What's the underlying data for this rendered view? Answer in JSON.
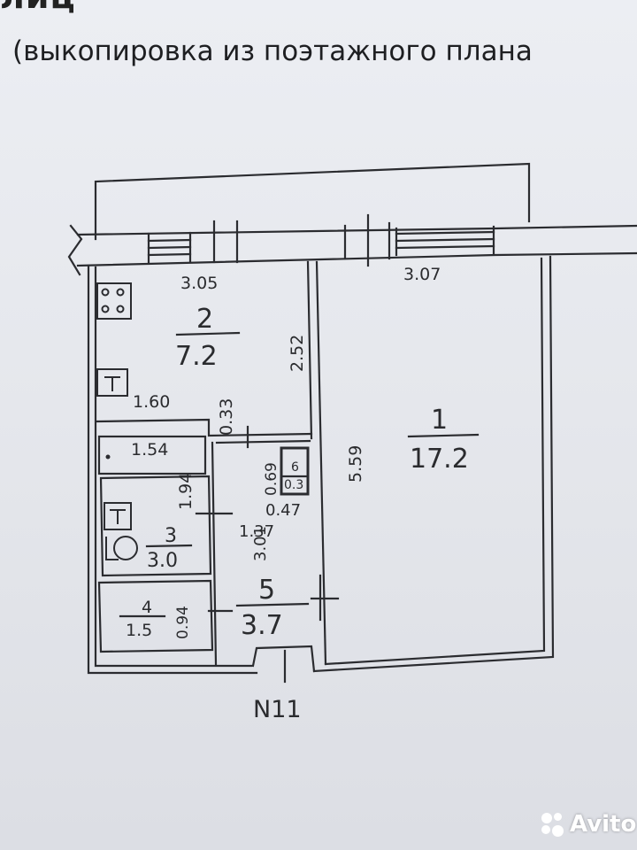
{
  "header": {
    "top_fragment": "лиц",
    "caption": "(выкопировка из поэтажного плана"
  },
  "rooms": [
    {
      "number": "1",
      "area": "17.2"
    },
    {
      "number": "2",
      "area": "7.2"
    },
    {
      "number": "3",
      "area": "3.0"
    },
    {
      "number": "4",
      "area": "1.5"
    },
    {
      "number": "5",
      "area": "3.7"
    },
    {
      "number": "6",
      "area": "0.3"
    }
  ],
  "dimensions": {
    "kitchen_width": "3.05",
    "room_width": "3.07",
    "kitchen_depth": "2.52",
    "kitchen_counter": "1.60",
    "partition_gap": "0.33",
    "room_depth": "5.59",
    "bath_width": "1.54",
    "bath_depth": "1.94",
    "closet_depth": "0.69",
    "closet_width": "0.47",
    "hall_width": "1.37",
    "hall_depth": "3.01",
    "wc_depth": "0.94"
  },
  "apartment_number": "N11",
  "watermark": {
    "text": "Avito"
  },
  "colors": {
    "line": "#2b2c30",
    "paper": "#e6e7ec"
  }
}
